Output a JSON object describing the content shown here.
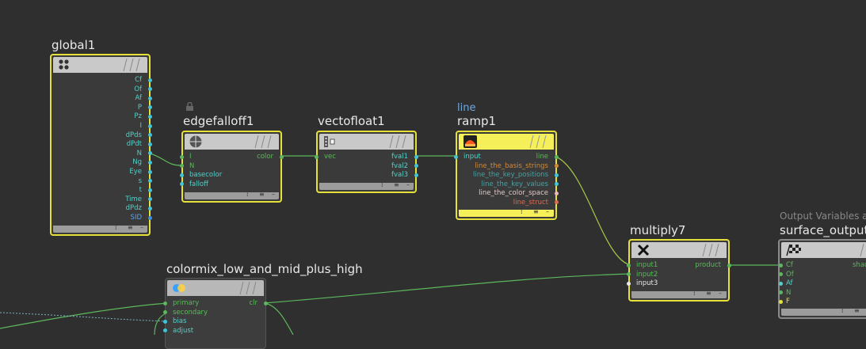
{
  "colors": {
    "background": "#2f2f2f",
    "selected_border": "#e6e03a",
    "wire": "#5cb85c",
    "port_green": "#5cb85c",
    "port_cyan": "#3fc4d8",
    "port_blue": "#3a8fe0"
  },
  "nodes": {
    "global1": {
      "title": "global1",
      "icon": "global-variables-icon",
      "outputs": [
        "Cf",
        "Of",
        "Af",
        "P",
        "Pz",
        "I",
        "dPds",
        "dPdt",
        "N",
        "Ng",
        "Eye",
        "s",
        "t",
        "Time",
        "dPdz",
        "SID"
      ]
    },
    "edgefalloff1": {
      "title": "edgefalloff1",
      "icon": "edge-falloff-icon",
      "lock_icon": "lock-icon",
      "inputs": [
        "I",
        "N",
        "basecolor",
        "falloff"
      ],
      "outputs": [
        "color"
      ]
    },
    "vectofloat1": {
      "title": "vectofloat1",
      "icon": "vector-to-float-icon",
      "inputs": [
        "vec"
      ],
      "outputs": [
        "fval1",
        "fval2",
        "fval3"
      ]
    },
    "ramp1": {
      "title": "ramp1",
      "label": "line",
      "icon": "ramp-icon",
      "inputs": [
        "input"
      ],
      "outputs": [
        "line",
        "line_the_basis_strings",
        "line_the_key_positions",
        "line_the_key_values",
        "line_the_color_space",
        "line_struct"
      ]
    },
    "multiply7": {
      "title": "multiply7",
      "icon": "multiply-icon",
      "inputs": [
        "input1",
        "input2",
        "input3"
      ],
      "outputs": [
        "product"
      ]
    },
    "surface_output": {
      "title": "surface_output",
      "label": "Output Variables a",
      "icon": "checkered-flag-icon",
      "inputs": [
        "Cf",
        "Of",
        "Af",
        "N",
        "F"
      ],
      "output_partial": "shade"
    },
    "colormix": {
      "title": "colormix_low_and_mid_plus_high",
      "icon": "color-mix-icon",
      "inputs": [
        "primary",
        "secondary",
        "bias",
        "adjust"
      ],
      "outputs": [
        "clr"
      ]
    }
  },
  "footer_marks": {
    "a": "⁞",
    "b": "≡",
    "c": "–"
  }
}
